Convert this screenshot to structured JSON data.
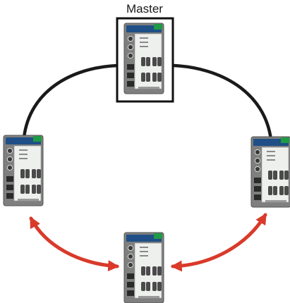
{
  "master_label": "Master",
  "colors": {
    "ring_line": "#1a1a1a",
    "redundant_link": "#d93a2a",
    "device_body": "#7f7f7f",
    "device_header": "#1f4f86",
    "status_led": "#1f9a45",
    "master_frame": "#111111"
  },
  "devices": [
    {
      "role": "master",
      "icon": "ethernet-switch-icon"
    },
    {
      "role": "left",
      "icon": "ethernet-switch-icon"
    },
    {
      "role": "right",
      "icon": "ethernet-switch-icon"
    },
    {
      "role": "bottom",
      "icon": "ethernet-switch-icon"
    }
  ],
  "links": [
    {
      "from": "master",
      "to": "left",
      "kind": "ring-cable"
    },
    {
      "from": "master",
      "to": "right",
      "kind": "ring-cable"
    },
    {
      "from": "left",
      "to": "bottom",
      "kind": "redundant-path"
    },
    {
      "from": "right",
      "to": "bottom",
      "kind": "redundant-path"
    }
  ]
}
